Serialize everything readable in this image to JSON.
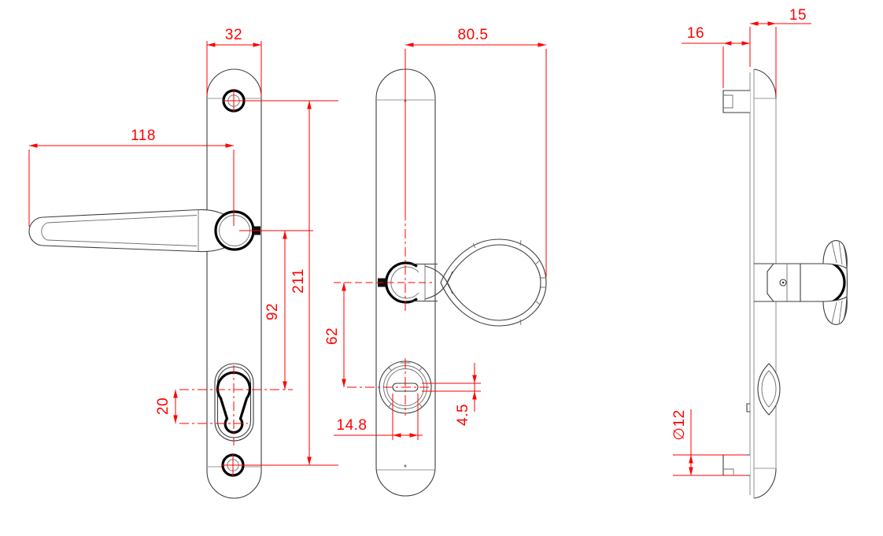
{
  "dimensions": {
    "plate_width": "32",
    "lever_length": "118",
    "fixing_centres": "211",
    "handle_to_cylinder": "92",
    "cylinder_centres": "20",
    "knob_projection": "80.5",
    "handle_to_turn": "62",
    "turn_slot_width": "14.8",
    "turn_slot_height": "4.5",
    "rear_lug_depth": "16",
    "plate_projection": "15",
    "barrel_diameter": "∅12"
  },
  "colors": {
    "dimension_red": "#ff0000",
    "outline_dark": "#3d3d3d",
    "outline_light": "#9a9a9a",
    "outline_heavy": "#000000",
    "background": "#ffffff"
  }
}
